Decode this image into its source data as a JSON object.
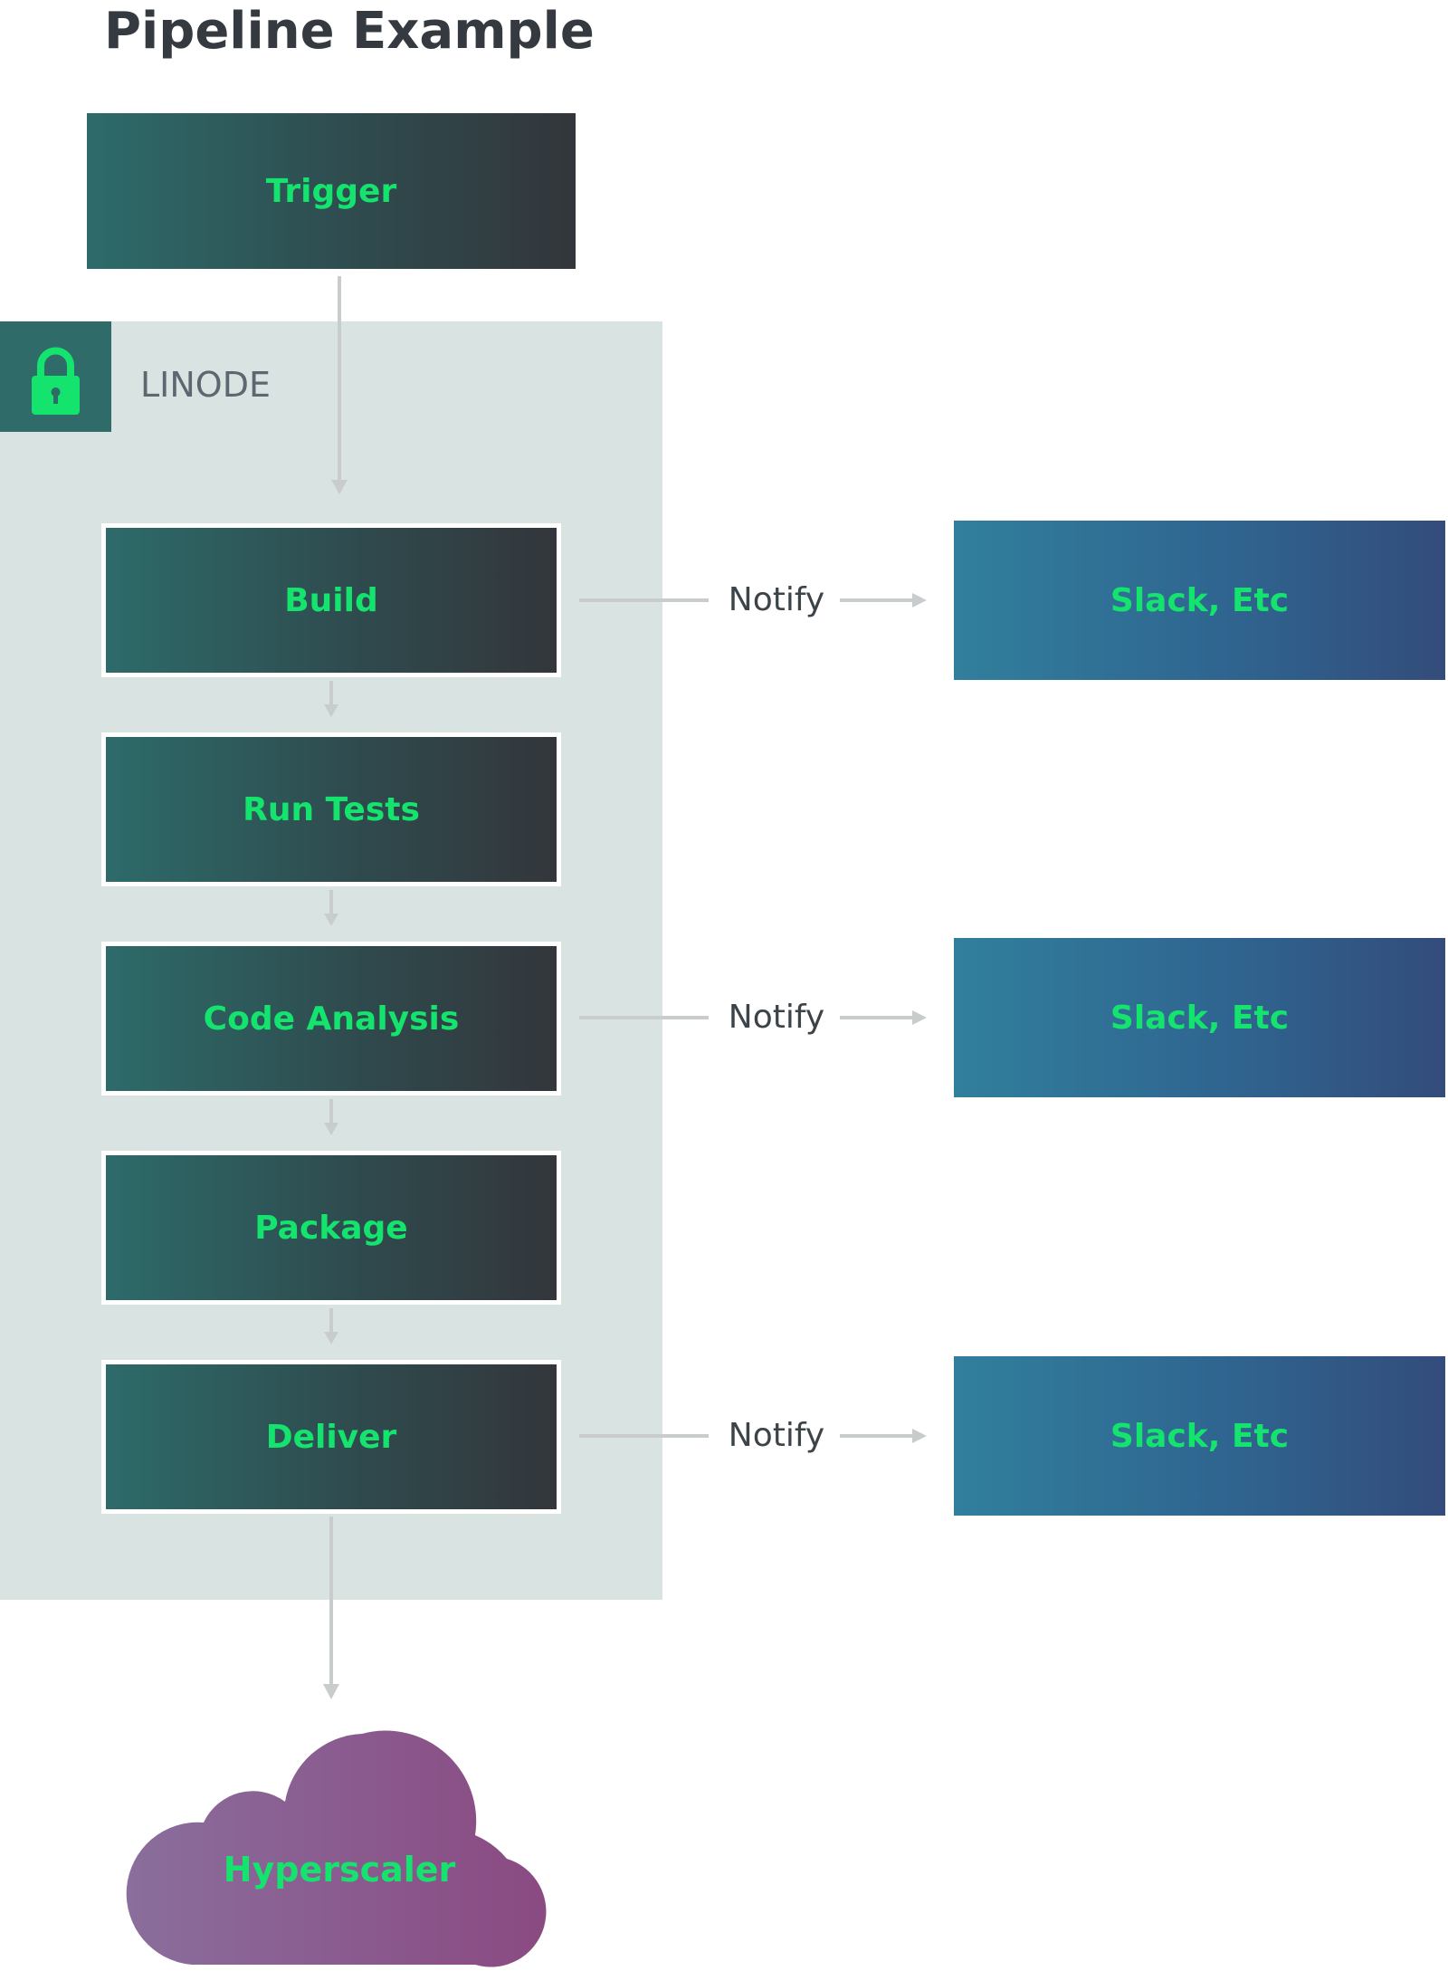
{
  "title": "Pipeline Example",
  "trigger": {
    "label": "Trigger"
  },
  "environment": {
    "label": "LINODE",
    "icon": "lock-icon"
  },
  "stages": [
    {
      "label": "Build"
    },
    {
      "label": "Run Tests"
    },
    {
      "label": "Code Analysis"
    },
    {
      "label": "Package"
    },
    {
      "label": "Deliver"
    }
  ],
  "notifications": [
    {
      "stage": "Build",
      "text": "Notify",
      "target": "Slack, Etc"
    },
    {
      "stage": "Code Analysis",
      "text": "Notify",
      "target": "Slack, Etc"
    },
    {
      "stage": "Deliver",
      "text": "Notify",
      "target": "Slack, Etc"
    }
  ],
  "destination": {
    "label": "Hyperscaler"
  },
  "colors": {
    "stage_text": "#14e36e",
    "stage_gradient": [
      "#2d6b6a",
      "#33363b"
    ],
    "notify_gradient": [
      "#317f9d",
      "#334c7b"
    ],
    "cloud_gradient": [
      "#8a6e9c",
      "#8a4a82"
    ],
    "panel": "#d9e3e2",
    "arrow": "#c8cccc"
  }
}
